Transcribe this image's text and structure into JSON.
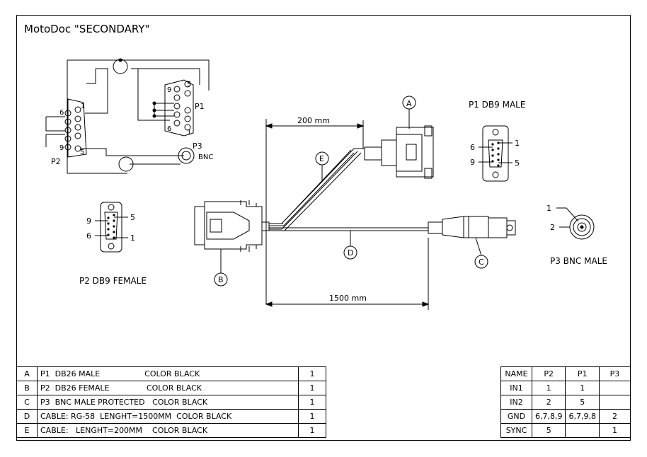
{
  "title": "MotoDoc \"SECONDARY\"",
  "labels": {
    "p1_caption": "P1  DB9 MALE",
    "p2_caption": "P2  DB9 FEMALE",
    "p3_caption": "P3  BNC MALE",
    "len_200": "200 mm",
    "len_1500": "1500 mm",
    "callout_a": "A",
    "callout_b": "B",
    "callout_c": "C",
    "callout_d": "D",
    "callout_e": "E",
    "schem_p1": "P1",
    "schem_p2": "P2",
    "schem_p3": "P3",
    "schem_bnc": "BNC",
    "pin_1": "1",
    "pin_2": "2",
    "pin_5": "5",
    "pin_6": "6",
    "pin_9": "9"
  },
  "bom": [
    {
      "id": "A",
      "desc": "P1  DB26 MALE                  COLOR BLACK",
      "qty": "1"
    },
    {
      "id": "B",
      "desc": "P2  DB26 FEMALE               COLOR BLACK",
      "qty": "1"
    },
    {
      "id": "C",
      "desc": "P3  BNC MALE PROTECTED   COLOR BLACK",
      "qty": "1"
    },
    {
      "id": "D",
      "desc": "CABLE: RG-58  LENGHT=1500MM  COLOR BLACK",
      "qty": "1"
    },
    {
      "id": "E",
      "desc": "CABLE:   LENGHT=200MM    COLOR BLACK",
      "qty": "1"
    }
  ],
  "pinmap": {
    "header": [
      "NAME",
      "P2",
      "P1",
      "P3"
    ],
    "rows": [
      [
        "IN1",
        "1",
        "1",
        ""
      ],
      [
        "IN2",
        "2",
        "5",
        ""
      ],
      [
        "GND",
        "6,7,8,9",
        "6,7,9,8",
        "2"
      ],
      [
        "SYNC",
        "5",
        "",
        "1"
      ]
    ]
  }
}
